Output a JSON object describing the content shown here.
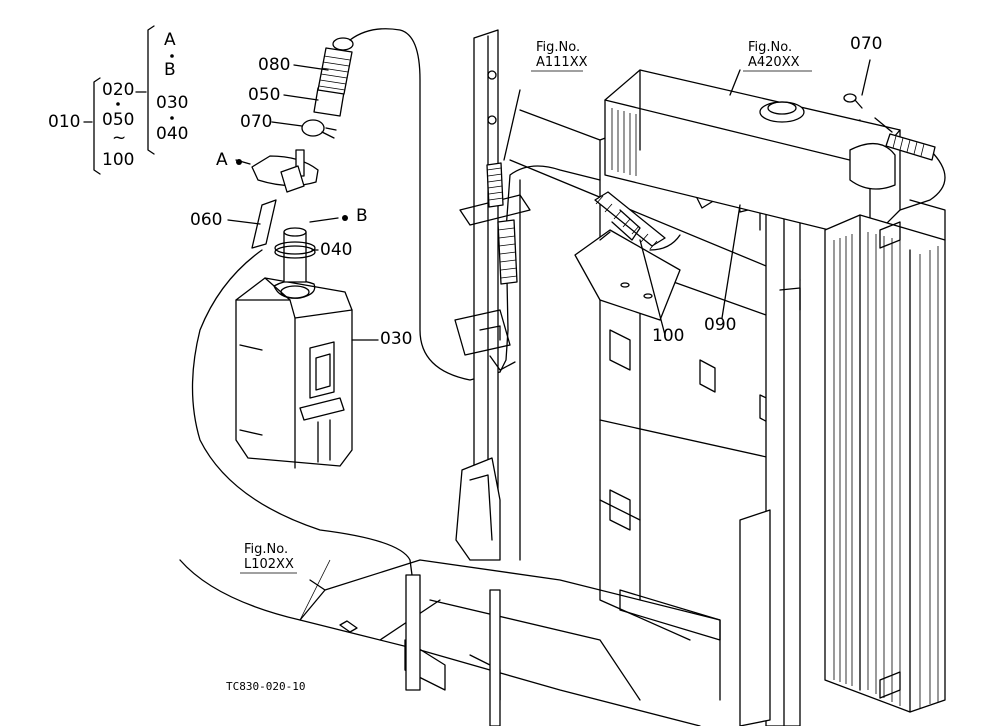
{
  "tree": {
    "root": "010",
    "level1": [
      "020",
      "050",
      "100"
    ],
    "tilde": "~",
    "level2": [
      "A",
      "B",
      "030",
      "040"
    ]
  },
  "figs": {
    "a111": {
      "line1": "Fig.No.",
      "line2": "A111XX"
    },
    "a420": {
      "line1": "Fig.No.",
      "line2": "A420XX"
    },
    "l102": {
      "line1": "Fig.No.",
      "line2": "L102XX"
    }
  },
  "callouts": {
    "p080": "080",
    "p050": "050",
    "p070": "070",
    "pA": "A",
    "p060": "060",
    "pB": "B",
    "p040": "040",
    "p030": "030",
    "p070r": "070",
    "p100": "100",
    "p090": "090"
  },
  "drawing_code": "TC830-020-10"
}
